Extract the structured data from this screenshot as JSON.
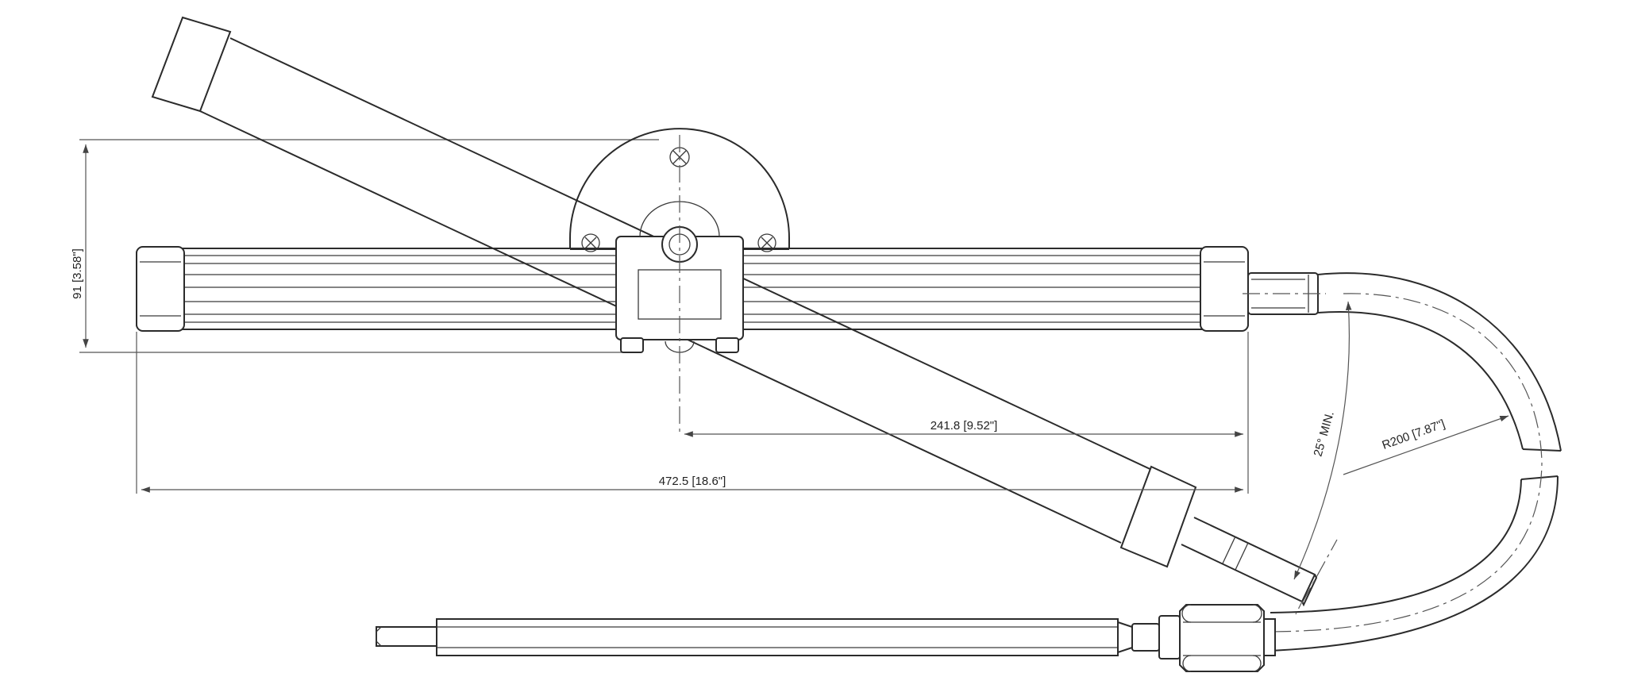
{
  "dimensions": {
    "height": "91 [3.58\"]",
    "offset": "241.8 [9.52\"]",
    "overall_length": "472.5 [18.6\"]",
    "angle": "25° MIN.",
    "radius": "R200 [7.87\"]"
  },
  "colors": {
    "line": "#2b2b2b",
    "dimension": "#555555",
    "background": "#ffffff"
  }
}
